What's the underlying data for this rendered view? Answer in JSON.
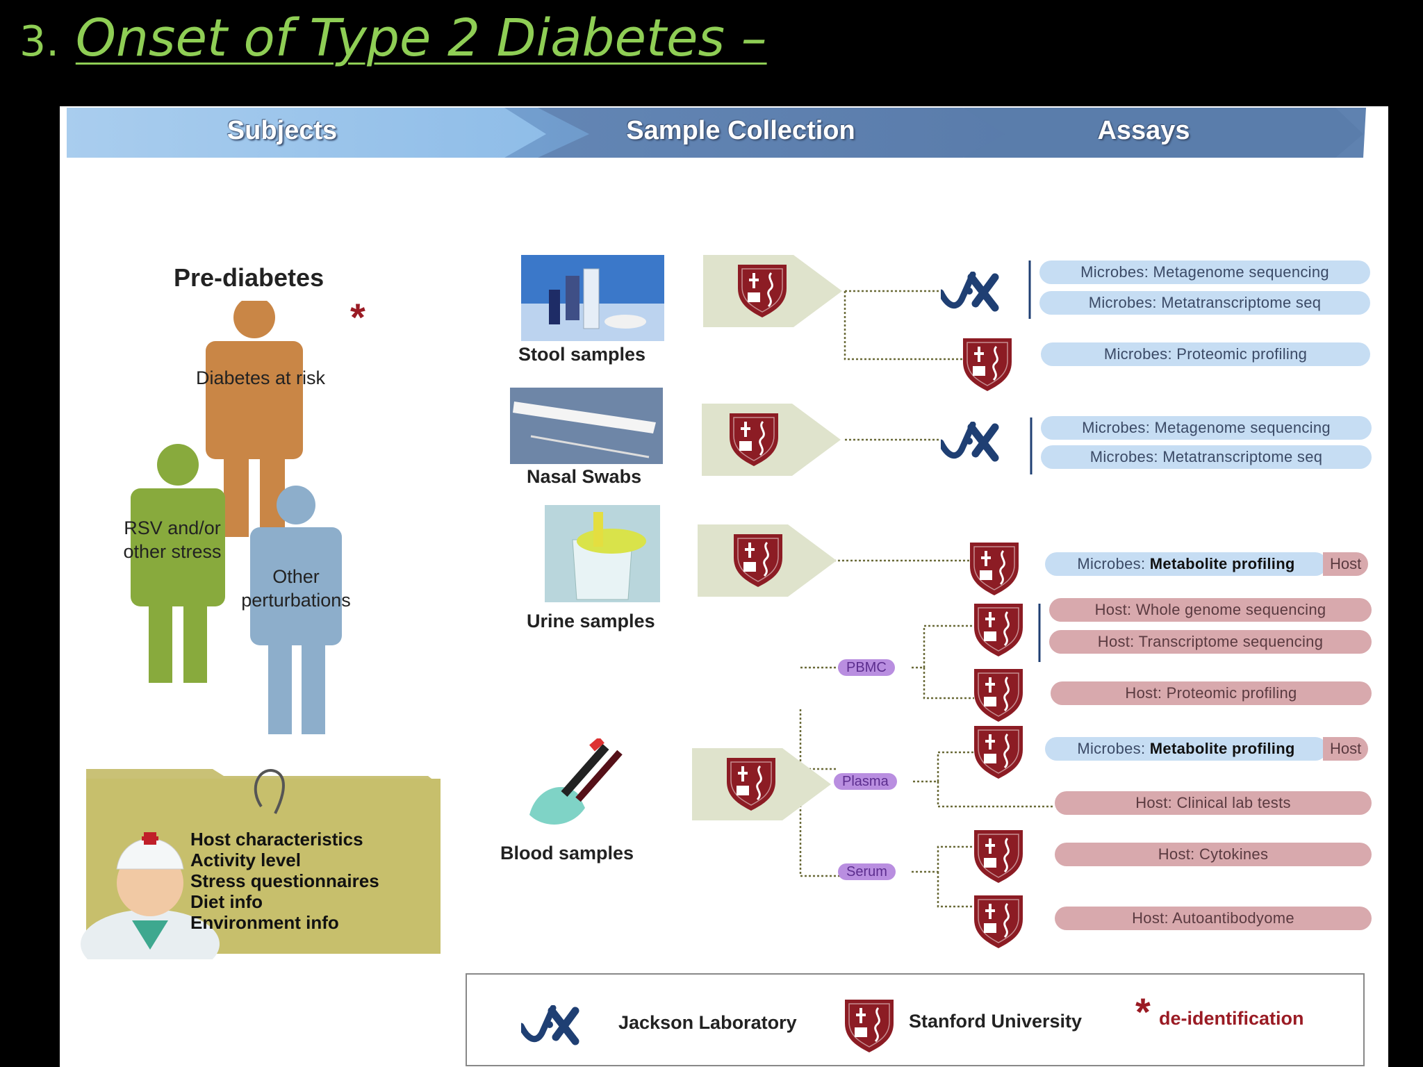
{
  "title": {
    "number": "3.",
    "text": "Onset of Type 2 Diabetes –"
  },
  "steps": [
    "Subjects",
    "Sample Collection",
    "Assays"
  ],
  "subjects": {
    "heading": "Pre-diabetes",
    "figure_labels": [
      "Diabetes at risk",
      "RSV and/or other stress",
      "Other perturbations"
    ],
    "folder_items": [
      "Host characteristics",
      "Activity level",
      "Stress questionnaires",
      "Diet info",
      "Environment info"
    ]
  },
  "samples": [
    "Stool samples",
    "Nasal Swabs",
    "Urine samples",
    "Blood samples"
  ],
  "blood_fractions": [
    "PBMC",
    "Plasma",
    "Serum"
  ],
  "assays": {
    "stool": [
      "Microbes: Metagenome sequencing",
      "Microbes: Metatranscriptome seq",
      "Microbes: Proteomic profiling"
    ],
    "nasal": [
      "Microbes: Metagenome sequencing",
      "Microbes: Metatranscriptome seq"
    ],
    "urine": {
      "prefix": "Microbes:",
      "bold": "Metabolite profiling",
      "host": "Host"
    },
    "pbmc": [
      "Host: Whole genome sequencing",
      "Host: Transcriptome sequencing",
      "Host: Proteomic profiling"
    ],
    "plasma_metabolite": {
      "prefix": "Microbes:",
      "bold": "Metabolite profiling",
      "host": "Host"
    },
    "plasma_other": [
      "Host: Clinical lab tests"
    ],
    "serum": [
      "Host: Cytokines",
      "Host: Autoantibodyome"
    ]
  },
  "legend": {
    "jackson": "Jackson Laboratory",
    "stanford": "Stanford University",
    "deid": "de-identification",
    "star": "*"
  },
  "colors": {
    "title_green": "#8fce55",
    "microbe_pill": "#c6ddf3",
    "host_pill": "#d8a9ad",
    "fraction_tag": "#b98ee0",
    "stanford_red": "#8c1c24",
    "jax_blue": "#1f3f73",
    "figure_orange": "#c98646",
    "figure_green": "#88aa3d",
    "figure_blue": "#8daecb"
  }
}
